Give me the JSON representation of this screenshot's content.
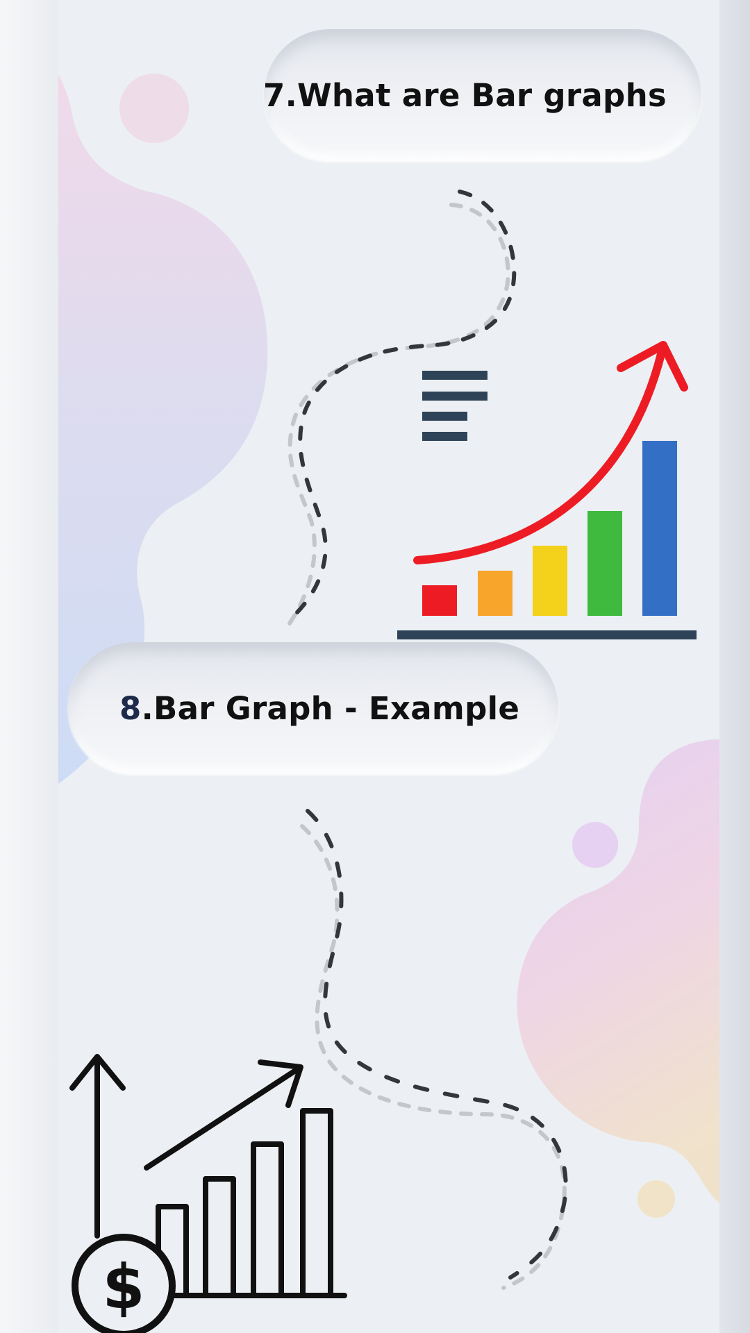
{
  "headings": [
    {
      "number": "7.",
      "text": "What are Bar graphs"
    },
    {
      "number": "8",
      "text": ".Bar Graph - Example"
    }
  ],
  "icons": {
    "top": "rising-bar-chart-icon",
    "bottom": "dollar-growth-chart-icon"
  },
  "colors": {
    "background": "#eceff3",
    "bar_red": "#ed1c24",
    "bar_orange": "#f7a52b",
    "bar_yellow": "#f4d11a",
    "bar_green": "#3fba3f",
    "bar_blue": "#336fc4",
    "arrow_red": "#ed1c24",
    "navy": "#2e4357"
  }
}
